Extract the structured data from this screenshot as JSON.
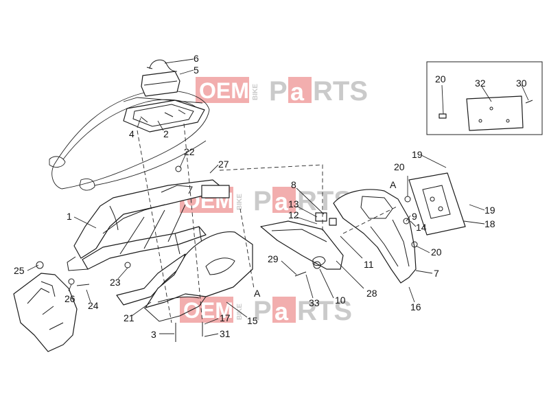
{
  "watermark": {
    "word1": "OEM",
    "word2": "BIKE",
    "word3a": "P",
    "word3b": "a",
    "word3c": "RTS",
    "color_red": "#e03a3a",
    "color_grey": "#b9b9b9"
  },
  "callouts": [
    {
      "id": "c6",
      "label": "6"
    },
    {
      "id": "c5",
      "label": "5"
    },
    {
      "id": "c4",
      "label": "4"
    },
    {
      "id": "c2",
      "label": "2"
    },
    {
      "id": "c22",
      "label": "22"
    },
    {
      "id": "c27",
      "label": "27"
    },
    {
      "id": "c1",
      "label": "1"
    },
    {
      "id": "c25",
      "label": "25"
    },
    {
      "id": "c26",
      "label": "26"
    },
    {
      "id": "c24",
      "label": "24"
    },
    {
      "id": "c23",
      "label": "23"
    },
    {
      "id": "c21",
      "label": "21"
    },
    {
      "id": "c3",
      "label": "3"
    },
    {
      "id": "c17",
      "label": "17"
    },
    {
      "id": "c31",
      "label": "31"
    },
    {
      "id": "c15",
      "label": "15"
    },
    {
      "id": "cA1",
      "label": "A"
    },
    {
      "id": "c8",
      "label": "8"
    },
    {
      "id": "c13",
      "label": "13"
    },
    {
      "id": "c12",
      "label": "12"
    },
    {
      "id": "c11",
      "label": "11"
    },
    {
      "id": "c29",
      "label": "29"
    },
    {
      "id": "c33",
      "label": "33"
    },
    {
      "id": "c10",
      "label": "10"
    },
    {
      "id": "c28",
      "label": "28"
    },
    {
      "id": "cA2",
      "label": "A"
    },
    {
      "id": "c20a",
      "label": "20"
    },
    {
      "id": "c9",
      "label": "9"
    },
    {
      "id": "c14",
      "label": "14"
    },
    {
      "id": "c19a",
      "label": "19"
    },
    {
      "id": "c19b",
      "label": "19"
    },
    {
      "id": "c18",
      "label": "18"
    },
    {
      "id": "c20b",
      "label": "20"
    },
    {
      "id": "c7",
      "label": "7"
    },
    {
      "id": "c16",
      "label": "16"
    },
    {
      "id": "c20c",
      "label": "20"
    },
    {
      "id": "c32",
      "label": "32"
    },
    {
      "id": "c30",
      "label": "30"
    }
  ]
}
